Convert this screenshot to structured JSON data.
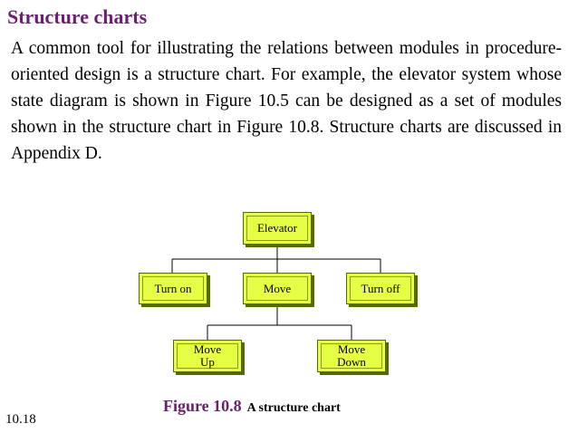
{
  "slide": {
    "title": "Structure charts",
    "paragraph": "A common tool for illustrating the relations between modules in procedure-oriented design is a structure chart. For example, the elevator system whose state diagram is shown in Figure 10.5 can be designed as a set of modules shown in the structure chart in Figure 10.8. Structure charts are discussed in Appendix D.",
    "page_number": "10.18"
  },
  "diagram": {
    "nodes": {
      "elevator": "Elevator",
      "turn_on": "Turn on",
      "move": "Move",
      "turn_off": "Turn off",
      "move_up": "Move\nUp",
      "move_down": "Move\nDown"
    },
    "colors": {
      "node_fill": "#e6ff45",
      "node_border": "#556b00",
      "title": "#6b1f6f"
    }
  },
  "caption": {
    "figure": "Figure 10.8",
    "text": "A structure chart"
  }
}
